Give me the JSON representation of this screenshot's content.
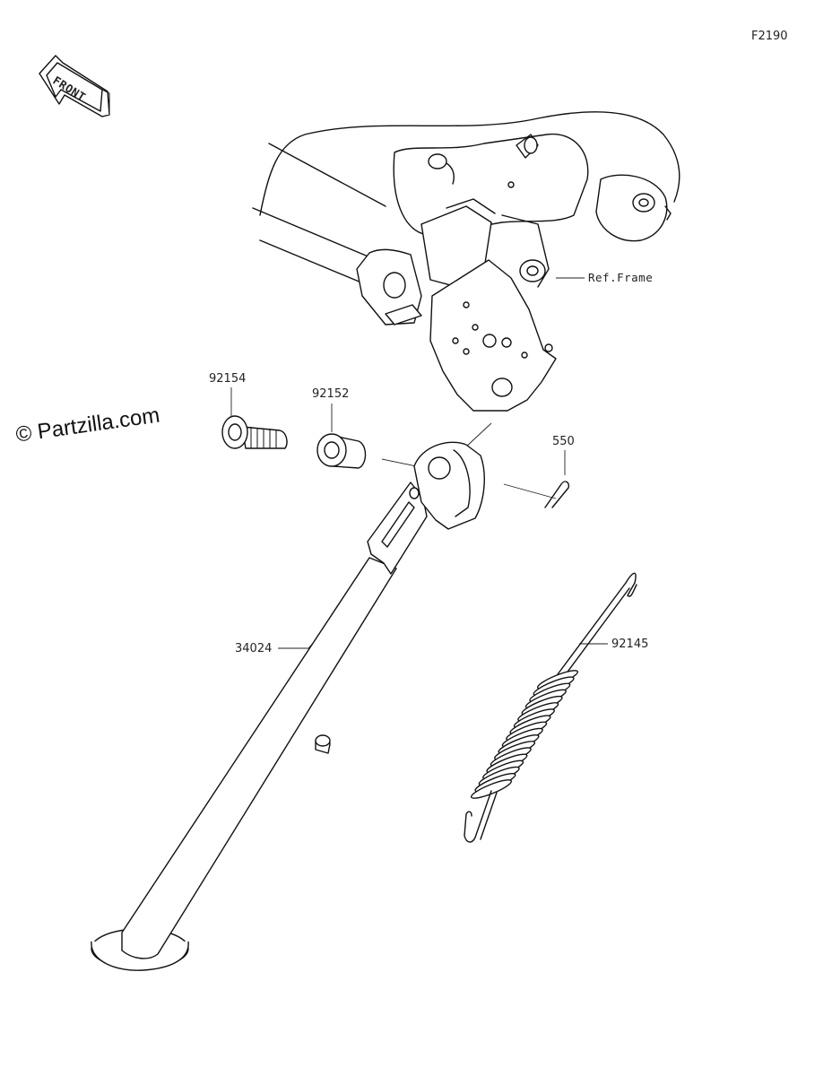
{
  "diagram_code": "F2190",
  "front_label": "FRONT",
  "watermark": "© Partzilla.com",
  "callouts": {
    "ref_frame": "Ref.Frame",
    "bolt": "92154",
    "collar": "92152",
    "cotter_pin": "550",
    "side_stand": "34024",
    "spring": "92145"
  }
}
